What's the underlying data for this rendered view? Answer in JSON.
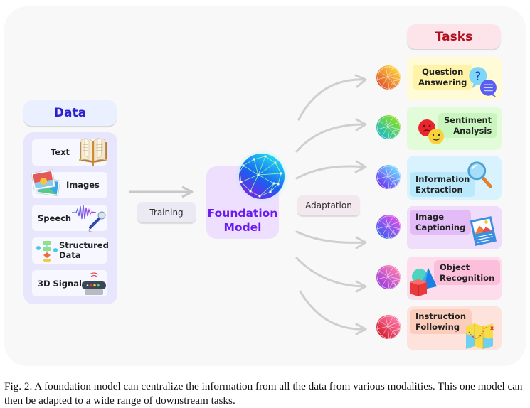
{
  "data_section": {
    "title": "Data",
    "items": [
      {
        "label": "Text",
        "icon": "open-book-icon"
      },
      {
        "label": "Images",
        "icon": "photos-icon"
      },
      {
        "label": "Speech",
        "icon": "microphone-waveform-icon"
      },
      {
        "label": "Structured Data",
        "line1": "Structured",
        "line2": "Data",
        "icon": "flowchart-icon"
      },
      {
        "label": "3D Signals",
        "icon": "router-sensor-icon"
      }
    ]
  },
  "training_label": "Training",
  "foundation_model": {
    "line1": "Foundation",
    "line2": "Model",
    "icon": "neural-globe-icon"
  },
  "adaptation_label": "Adaptation",
  "tasks_section": {
    "title": "Tasks",
    "items": [
      {
        "line1": "Question",
        "line2": "Answering",
        "icon": "question-chat-icon",
        "globe_colors": [
          "#ffd740",
          "#e0502a"
        ],
        "bg": "#fffbd6",
        "label_bg": "#fff3a8"
      },
      {
        "line1": "Sentiment",
        "line2": "Analysis",
        "icon": "emoji-faces-icon",
        "globe_colors": [
          "#8fe020",
          "#18b8c8"
        ],
        "bg": "#e2fbd8",
        "label_bg": "#c9f5bf"
      },
      {
        "line1": "Information",
        "line2": "Extraction",
        "icon": "magnifier-icon",
        "globe_colors": [
          "#6fe0ff",
          "#6a2ff0"
        ],
        "bg": "#d8f3fd",
        "label_bg": "#b9e9fb"
      },
      {
        "line1": "Image",
        "line2": "Captioning",
        "icon": "picture-caption-icon",
        "globe_colors": [
          "#e050e8",
          "#3a5ef0"
        ],
        "bg": "#f0dcfb",
        "label_bg": "#e3bcf7"
      },
      {
        "line1": "Object",
        "line2": "Recognition",
        "icon": "3d-shapes-icon",
        "globe_colors": [
          "#ff80b0",
          "#9a3ae0"
        ],
        "bg": "#fddcec",
        "label_bg": "#fbbedb"
      },
      {
        "line1": "Instruction",
        "line2": "Following",
        "icon": "treasure-map-icon",
        "globe_colors": [
          "#ff7eb0",
          "#d41a2a"
        ],
        "bg": "#fde3dc",
        "label_bg": "#fbcdbd"
      }
    ]
  },
  "caption": {
    "text": "Fig. 2.   A foundation model can centralize the information from all the data from various modalities. This one model can then be adapted to a wide range of downstream tasks."
  }
}
